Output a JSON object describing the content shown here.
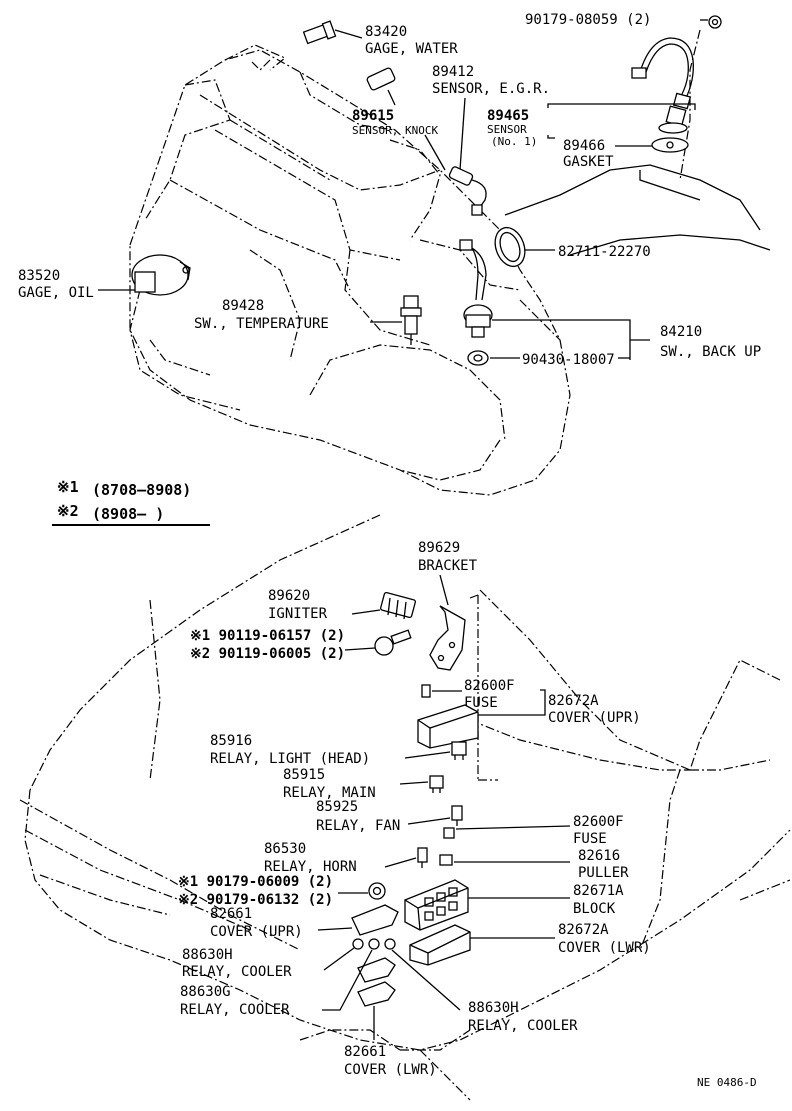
{
  "legend": {
    "n1_mark": "※1",
    "n1_range": "(8708–8908)",
    "n2_mark": "※2",
    "n2_range": "(8908–        )"
  },
  "top_parts": [
    {
      "id": "p83420",
      "no": "83420",
      "name": "GAGE, WATER"
    },
    {
      "id": "p89412",
      "no": "89412",
      "name": "SENSOR, E.G.R."
    },
    {
      "id": "p89615",
      "no": "89615",
      "name": "SENSOR, KNOCK"
    },
    {
      "id": "p89465",
      "no": "89465",
      "name": "SENSOR",
      "sub": "(No. 1)"
    },
    {
      "id": "p89466",
      "no": "89466",
      "name": "GASKET"
    },
    {
      "id": "p9017908059",
      "no": "90179-08059 (2)"
    },
    {
      "id": "p8271122270",
      "no": "82711-22270"
    },
    {
      "id": "p83520",
      "no": "83520",
      "name": "GAGE, OIL"
    },
    {
      "id": "p89428",
      "no": "89428",
      "name": "SW., TEMPERATURE"
    },
    {
      "id": "p84210",
      "no": "84210",
      "name": "SW., BACK UP"
    },
    {
      "id": "p9043018007",
      "no": "90430-18007"
    }
  ],
  "bottom_parts": [
    {
      "id": "p89629",
      "no": "89629",
      "name": "BRACKET"
    },
    {
      "id": "p89620",
      "no": "89620",
      "name": "IGNITER"
    },
    {
      "id": "b1",
      "no": "※1 90119-06157 (2)"
    },
    {
      "id": "b2",
      "no": "※2 90119-06005 (2)"
    },
    {
      "id": "p82600f_a",
      "no": "82600F",
      "name": "FUSE"
    },
    {
      "id": "p82672a_u",
      "no": "82672A",
      "name": "COVER (UPR)"
    },
    {
      "id": "p85916",
      "no": "85916",
      "name": "RELAY, LIGHT  (HEAD)"
    },
    {
      "id": "p85915",
      "no": "85915",
      "name": "RELAY, MAIN"
    },
    {
      "id": "p85925",
      "no": "85925",
      "name": "RELAY, FAN"
    },
    {
      "id": "p82600f_b",
      "no": "82600F",
      "name": "FUSE"
    },
    {
      "id": "p86530",
      "no": "86530",
      "name": "RELAY, HORN"
    },
    {
      "id": "p82616",
      "no": "82616",
      "name": "PULLER"
    },
    {
      "id": "n1",
      "no": "※1 90179-06009 (2)"
    },
    {
      "id": "n2",
      "no": "※2 90179-06132 (2)"
    },
    {
      "id": "p82671a",
      "no": "82671A",
      "name": "BLOCK"
    },
    {
      "id": "p82661_u",
      "no": "82661",
      "name": "COVER (UPR)"
    },
    {
      "id": "p82672a_l",
      "no": "82672A",
      "name": "COVER (LWR)"
    },
    {
      "id": "p88630h_a",
      "no": "88630H",
      "name": "RELAY, COOLER"
    },
    {
      "id": "p88630g",
      "no": "88630G",
      "name": "RELAY, COOLER"
    },
    {
      "id": "p88630h_b",
      "no": "88630H",
      "name": "RELAY, COOLER"
    },
    {
      "id": "p82661_l",
      "no": "82661",
      "name": "COVER (LWR)"
    }
  ],
  "footer_code": "NE  0486-D"
}
